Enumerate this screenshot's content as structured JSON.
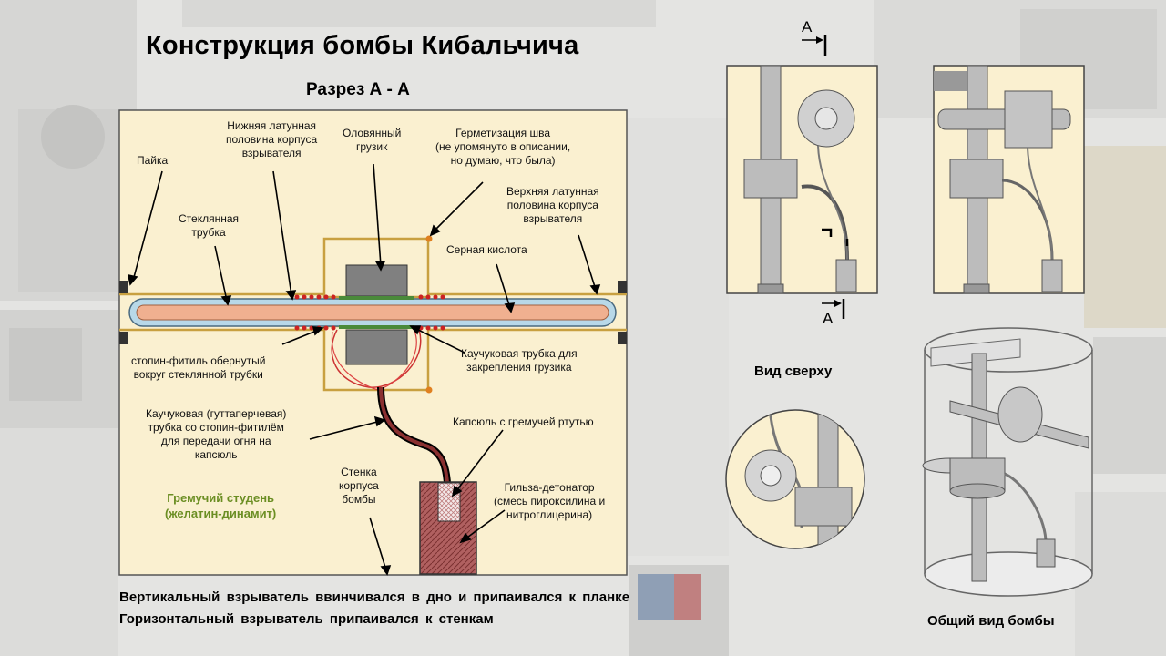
{
  "slide": {
    "title": "Конструкция бомбы Кибальчича",
    "section_title": "Разрез А - А",
    "labels": {
      "solder": "Пайка",
      "glass_tube": "Стеклянная\nтрубка",
      "lower_brass": "Нижняя латунная\nполовина корпуса\nвзрывателя",
      "tin_weight": "Оловянный\nгрузик",
      "seam_seal": "Герметизация шва\n(не упомянуто в описании,\nно думаю, что была)",
      "upper_brass": "Верхняя латунная\nполовина корпуса\nвзрывателя",
      "sulfuric_acid": "Серная кислота",
      "stopin_wrapped": "стопин-фитиль обернутый\nвокруг стеклянной трубки",
      "rubber_tube_weight": "Каучуковая трубка для\nзакрепления грузика",
      "gutta_tube": "Каучуковая (гуттаперчевая)\nтрубка со стопин-фитилём\nдля передачи огня на\nкапсюль",
      "mercury_capsule": "Капсюль с гремучей ртутью",
      "bomb_wall": "Стенка\nкорпуса\nбомбы",
      "gelatin": "Гремучий студень\n(желатин-динамит)",
      "detonator_sleeve": "Гильза-детонатор\n(смесь пироксилина и\nнитроглицерина)"
    },
    "section_marks": {
      "top": "А",
      "bottom": "А"
    },
    "captions": {
      "top_view": "Вид сверху",
      "general_view": "Общий вид бомбы"
    },
    "bottom_text": [
      "Вертикальный взрыватель ввинчивался в дно и припаивался к планке",
      "Горизонтальный взрыватель припаивался к стенкам"
    ],
    "colors": {
      "panel_bg": "#faf0d0",
      "brass": "#c8a040",
      "glass": "#b8d8e8",
      "acid": "#f0b090",
      "lead": "#505050",
      "fuse": "#cc2222",
      "detonator": "#b06060",
      "green_text": "#6b8e23",
      "metal": "#bcbcbc"
    }
  }
}
